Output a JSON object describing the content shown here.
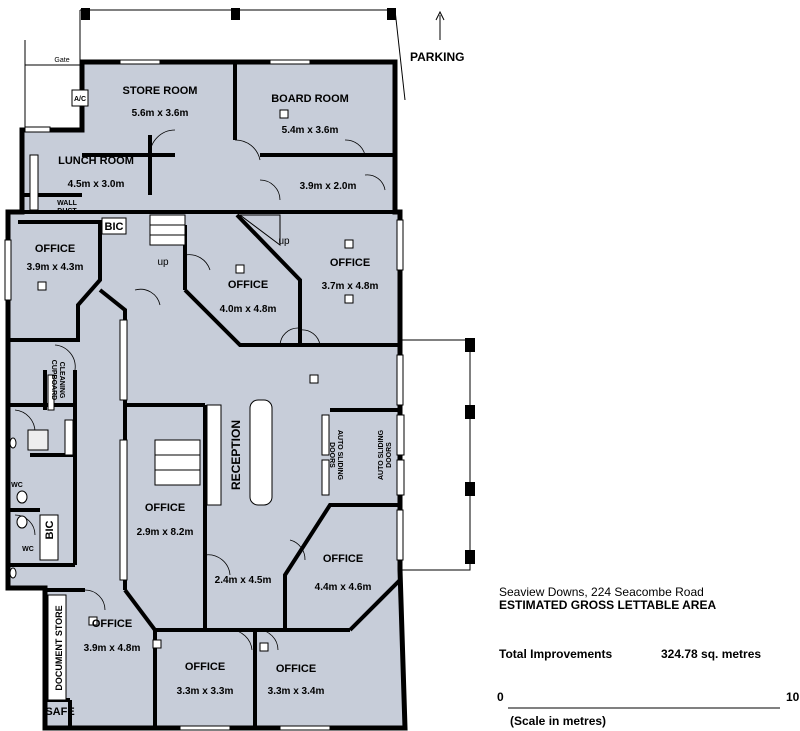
{
  "plan": {
    "parking": "PARKING",
    "gate": "Gate",
    "ac": "A/C",
    "wall_duct": [
      "WALL",
      "DUCT"
    ],
    "bic": "BIC",
    "up": "up",
    "wc": "WC",
    "cleaning_cupboard": [
      "CLEANING",
      "CUPBOARD"
    ],
    "reception": "RECEPTION",
    "auto_sliding_doors": [
      "AUTO SLIDING",
      "DOORS"
    ],
    "document_store": "DOCUMENT STORE",
    "safe": "SAFE",
    "rooms": [
      {
        "name": "STORE ROOM",
        "size": "5.6m x 3.6m"
      },
      {
        "name": "BOARD ROOM",
        "size": "5.4m x 3.6m"
      },
      {
        "name": "",
        "size": "3.9m x 2.0m"
      },
      {
        "name": "LUNCH ROOM",
        "size": "4.5m x 3.0m"
      },
      {
        "name": "OFFICE",
        "size": "3.9m x 4.3m"
      },
      {
        "name": "OFFICE",
        "size": "4.0m x 4.8m"
      },
      {
        "name": "OFFICE",
        "size": "3.7m x 4.8m"
      },
      {
        "name": "OFFICE",
        "size": "2.9m x 8.2m"
      },
      {
        "name": "",
        "size": "2.4m x 4.5m"
      },
      {
        "name": "OFFICE",
        "size": "4.4m x 4.6m"
      },
      {
        "name": "OFFICE",
        "size": "3.9m x 4.8m"
      },
      {
        "name": "OFFICE",
        "size": "3.3m x 3.3m"
      },
      {
        "name": "OFFICE",
        "size": "3.3m x 3.4m"
      }
    ]
  },
  "info": {
    "address": "Seaview Downs, 224 Seacombe Road",
    "subtitle": "ESTIMATED GROSS LETTABLE AREA",
    "total_label": "Total Improvements",
    "total_value": "324.78 sq. metres",
    "scale_start": "0",
    "scale_end": "10",
    "scale_caption": "(Scale in metres)"
  },
  "colors": {
    "room_fill": "#c7cdd9",
    "wall": "#000000"
  }
}
